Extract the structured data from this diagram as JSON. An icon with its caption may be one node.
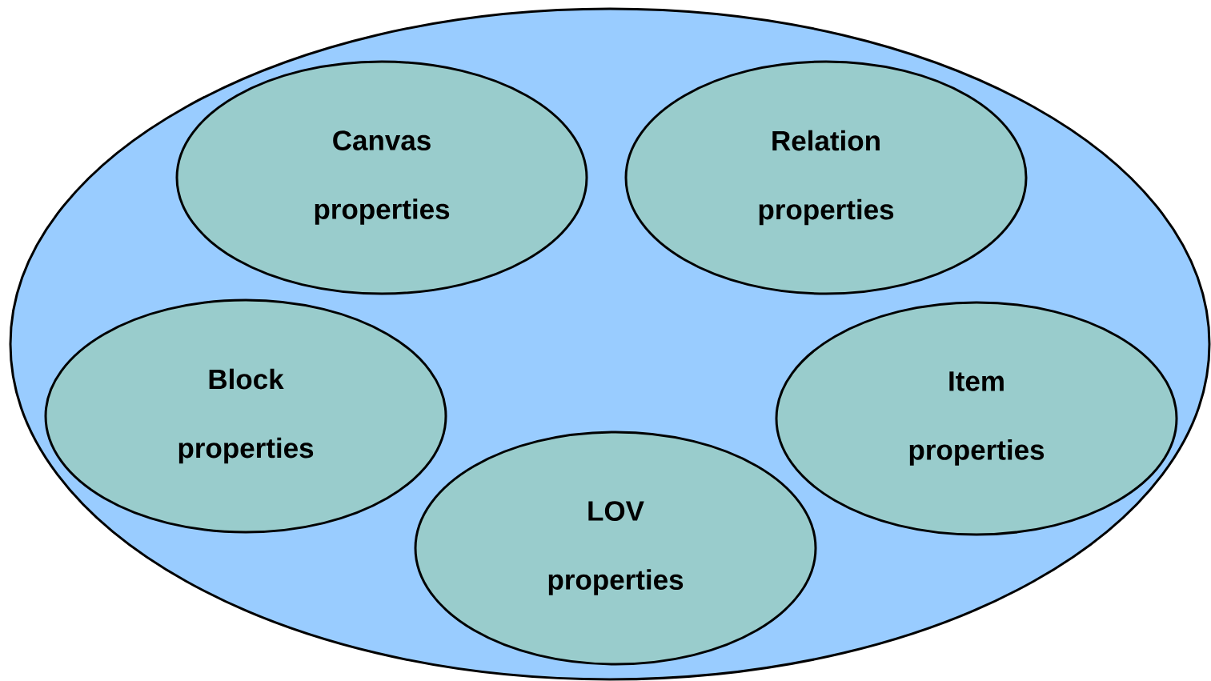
{
  "diagram": {
    "nodes": [
      {
        "text": [],
        "shape": "ellipse"
      },
      {
        "text": [
          "Canvas properties"
        ],
        "in": 0
      },
      {
        "text": [
          "Relation properties"
        ],
        "in": 0
      },
      {
        "text": [
          "Block properties"
        ],
        "in": 0
      },
      {
        "text": [
          "Item properties"
        ],
        "in": 0
      },
      {
        "text": [
          "LOV properties"
        ],
        "in": 0
      }
    ]
  }
}
